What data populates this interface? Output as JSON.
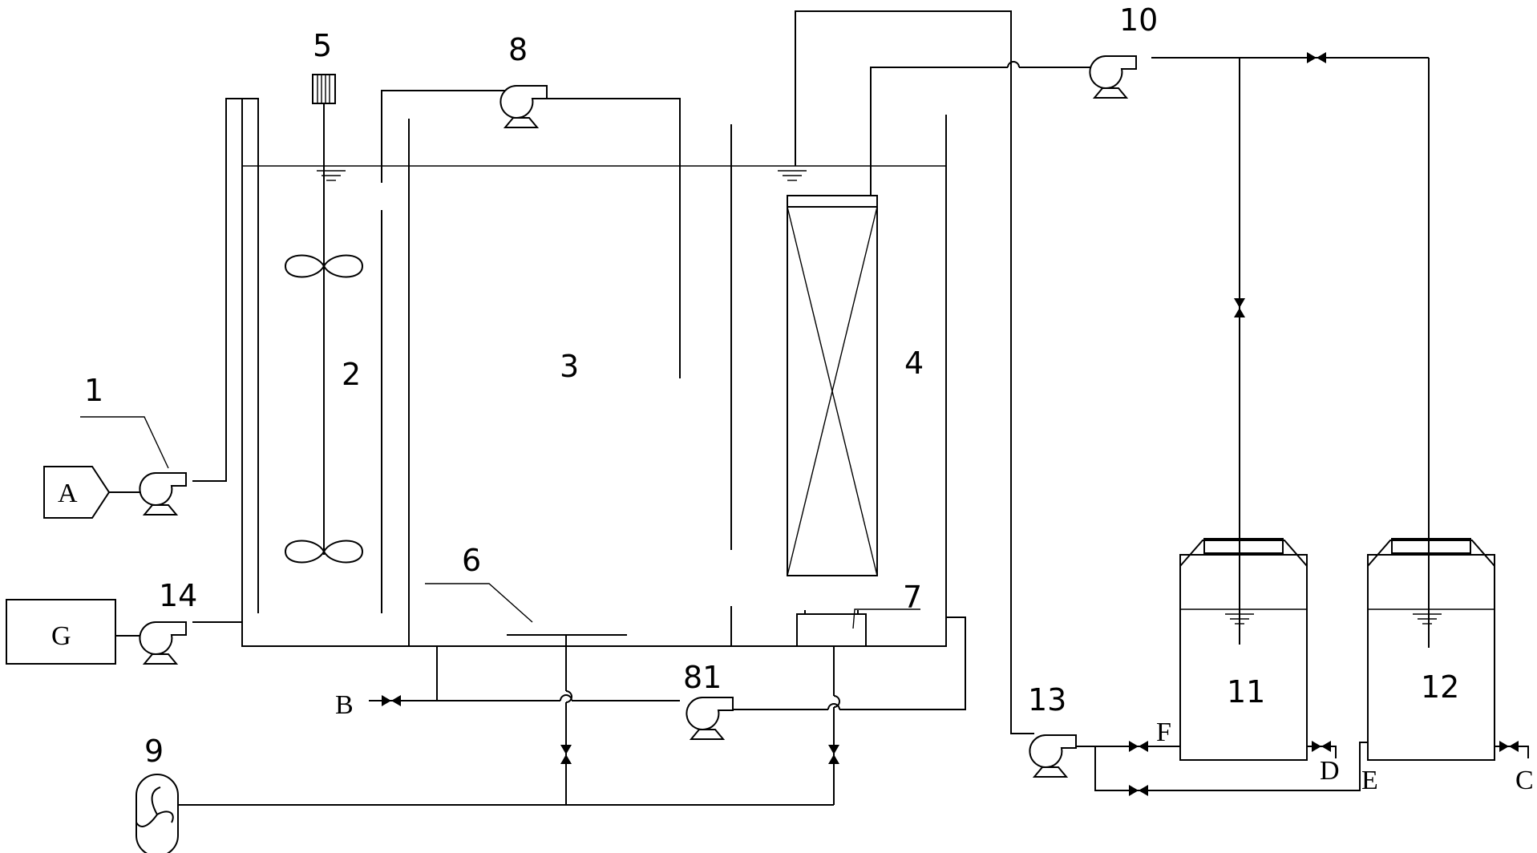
{
  "diagram": {
    "labels": {
      "n1": "1",
      "n2": "2",
      "n3": "3",
      "n4": "4",
      "n5": "5",
      "n6": "6",
      "n7": "7",
      "n8": "8",
      "n81": "81",
      "n9": "9",
      "n10": "10",
      "n11": "11",
      "n12": "12",
      "n13": "13",
      "n14": "14",
      "A": "A",
      "B": "B",
      "C": "C",
      "D": "D",
      "E": "E",
      "F": "F",
      "G": "G"
    },
    "colors": {
      "stroke": "#000000",
      "background": "#ffffff"
    }
  }
}
